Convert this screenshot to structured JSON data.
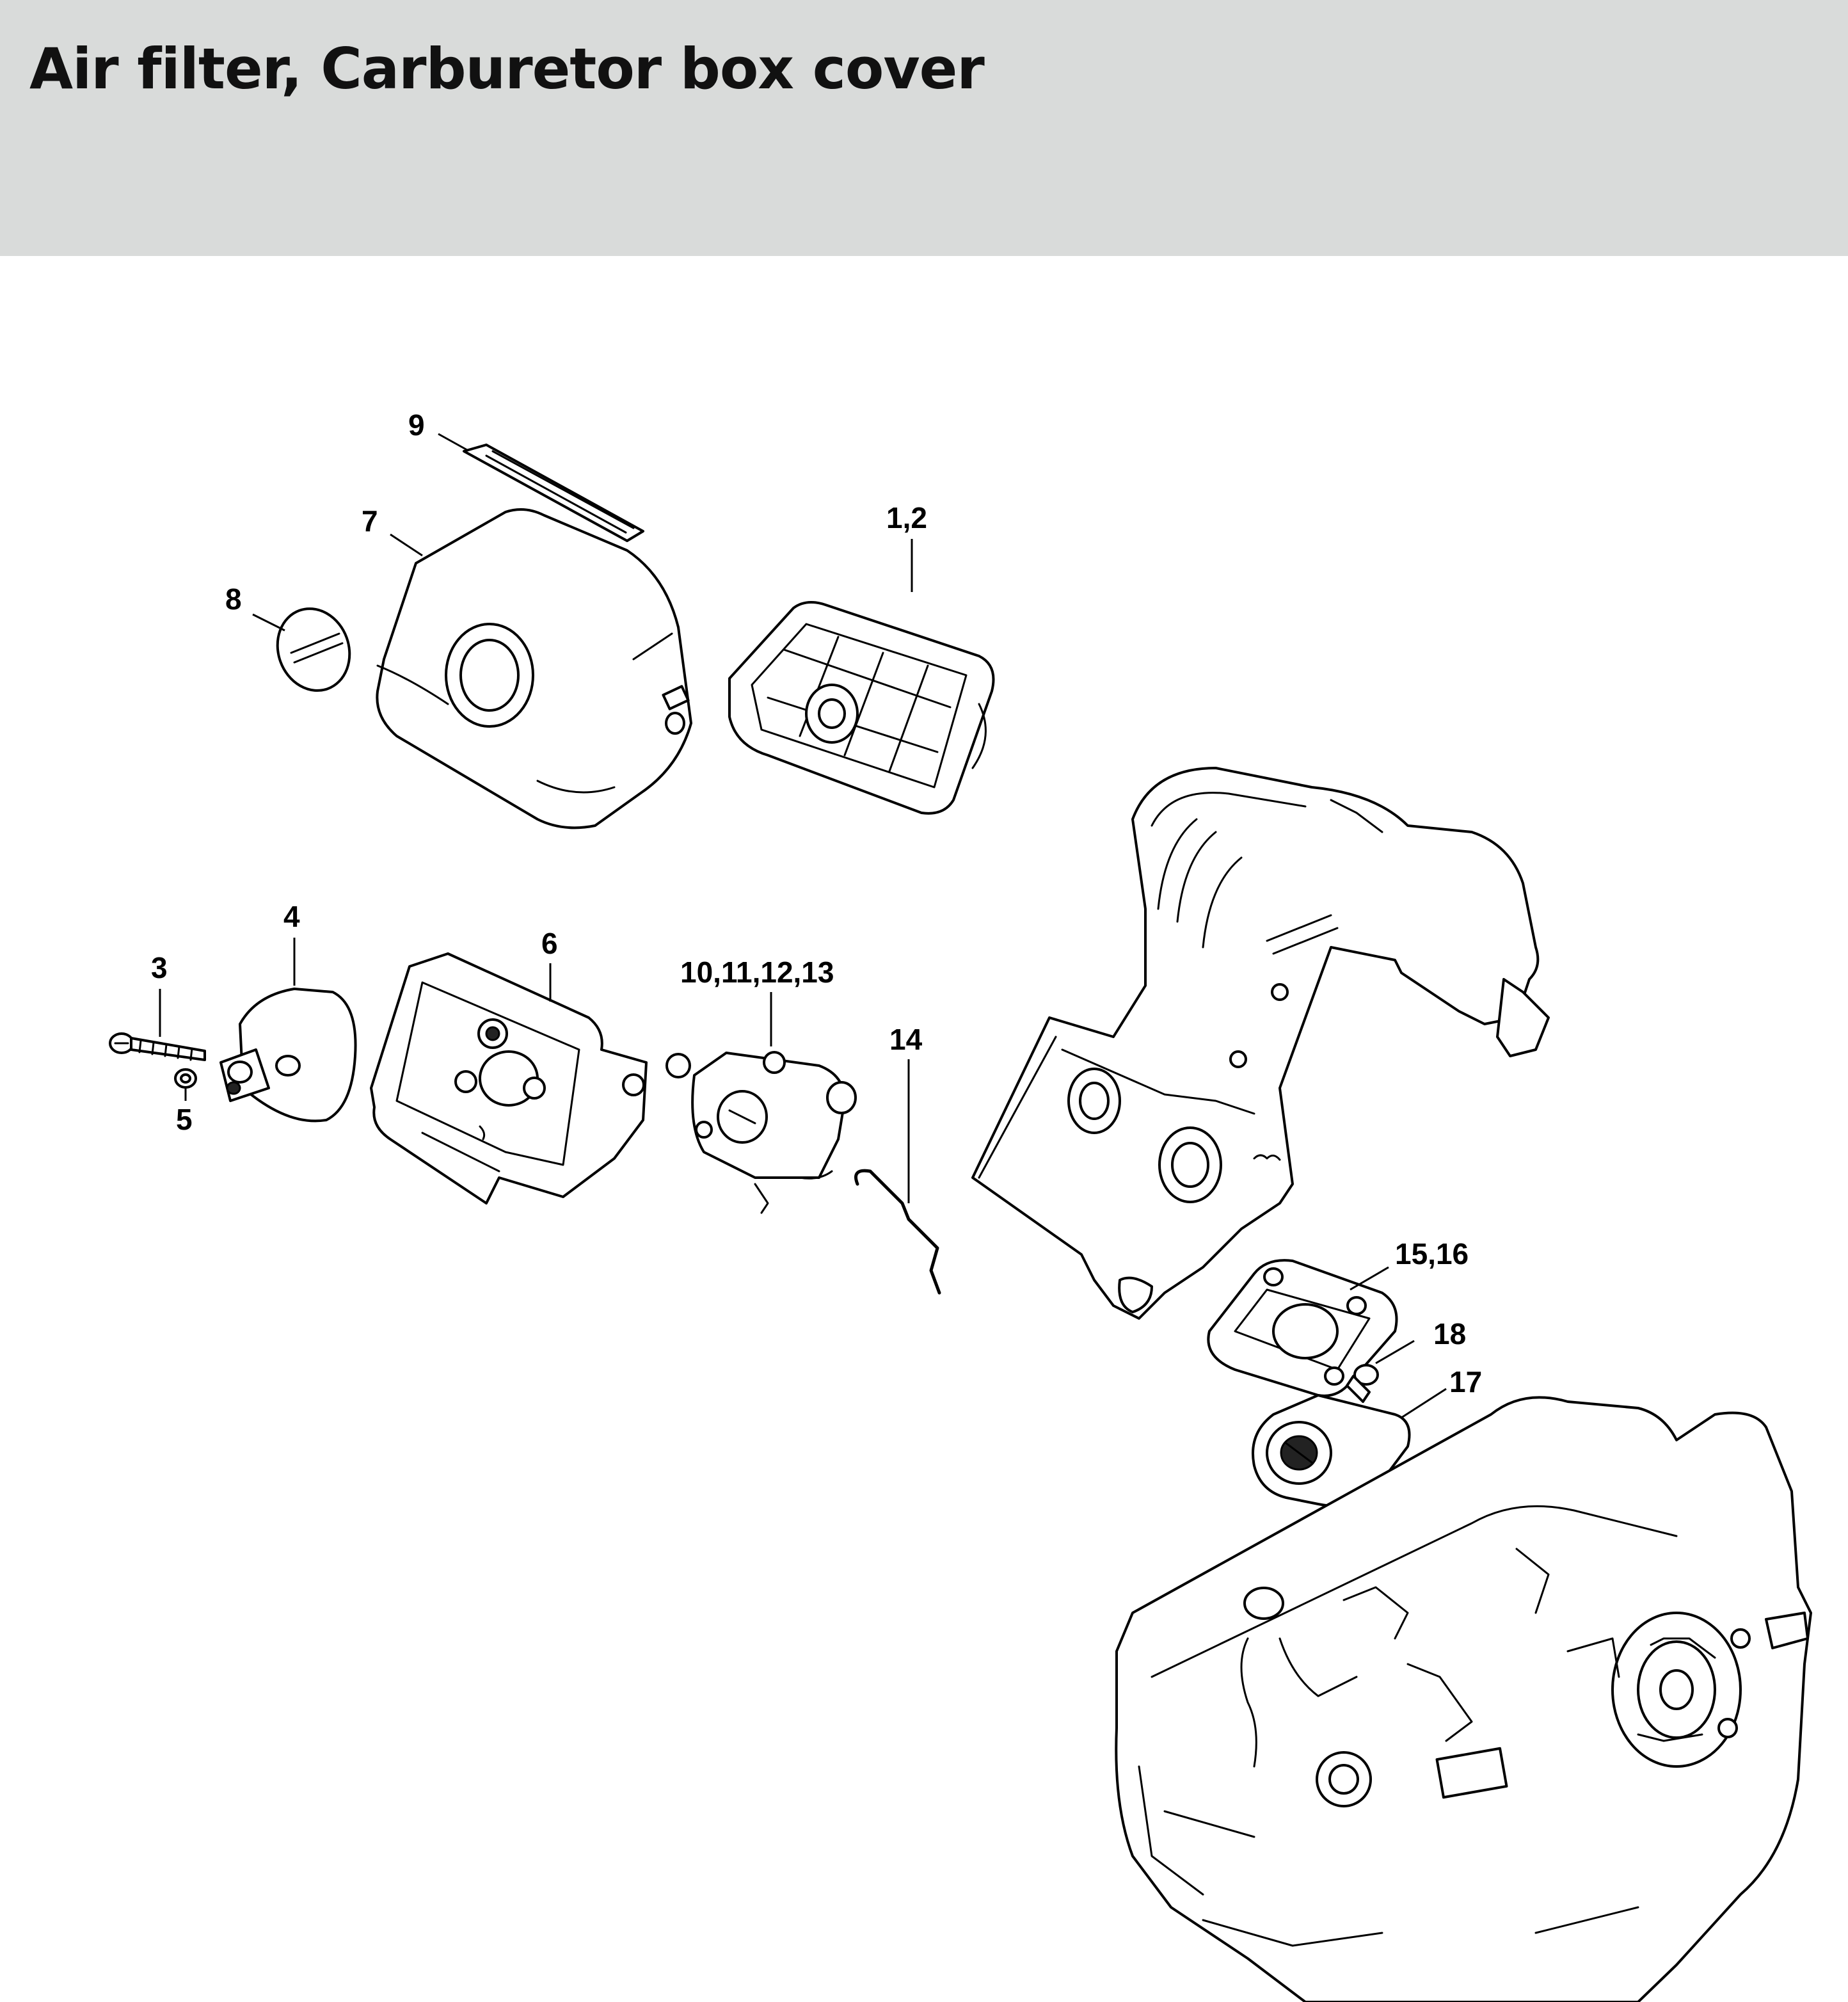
{
  "page": {
    "title": "Air filter, Carburetor box cover"
  },
  "diagram": {
    "labels": {
      "p1_2": "1,2",
      "p3": "3",
      "p4": "4",
      "p5": "5",
      "p6": "6",
      "p7": "7",
      "p8": "8",
      "p9": "9",
      "p10_13": "10,11,12,13",
      "p14": "14",
      "p15_16": "15,16",
      "p17": "17",
      "p18": "18"
    }
  },
  "colors": {
    "header_bg": "#d9dbda",
    "title_text": "#111111",
    "line": "#000000"
  }
}
